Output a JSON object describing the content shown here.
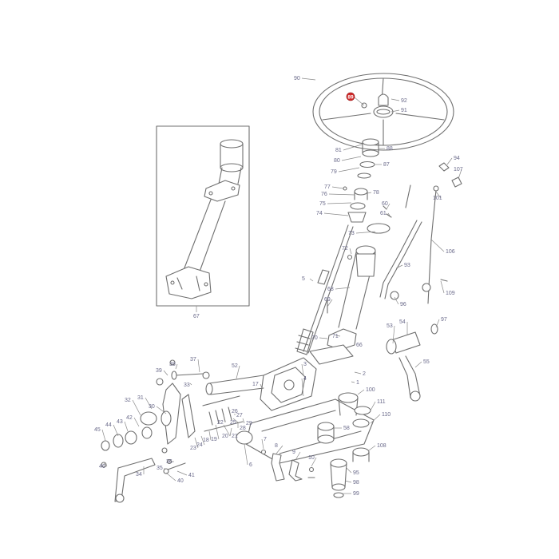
{
  "diagram": {
    "inset_label": "67",
    "highlighted_part": "89",
    "accent_color": "#d22a2a",
    "line_color": "#6f6f6f",
    "labels": [
      "90",
      "92",
      "91",
      "88",
      "87",
      "81",
      "80",
      "79",
      "77",
      "76",
      "78",
      "75",
      "74",
      "94",
      "107",
      "101",
      "60",
      "61",
      "73",
      "106",
      "72",
      "93",
      "5",
      "68",
      "69",
      "96",
      "109",
      "71",
      "70",
      "66",
      "53",
      "54",
      "97",
      "55",
      "1",
      "2",
      "100",
      "111",
      "110",
      "37",
      "38",
      "39",
      "33",
      "52",
      "17",
      "3",
      "4",
      "58",
      "32",
      "31",
      "30",
      "42",
      "43",
      "44",
      "45",
      "19",
      "22",
      "25",
      "26",
      "27",
      "28",
      "29",
      "18",
      "20",
      "21",
      "23",
      "24",
      "6",
      "8",
      "9",
      "7",
      "10",
      "108",
      "95",
      "98",
      "99",
      "46",
      "35",
      "36",
      "41",
      "40",
      "34"
    ]
  }
}
